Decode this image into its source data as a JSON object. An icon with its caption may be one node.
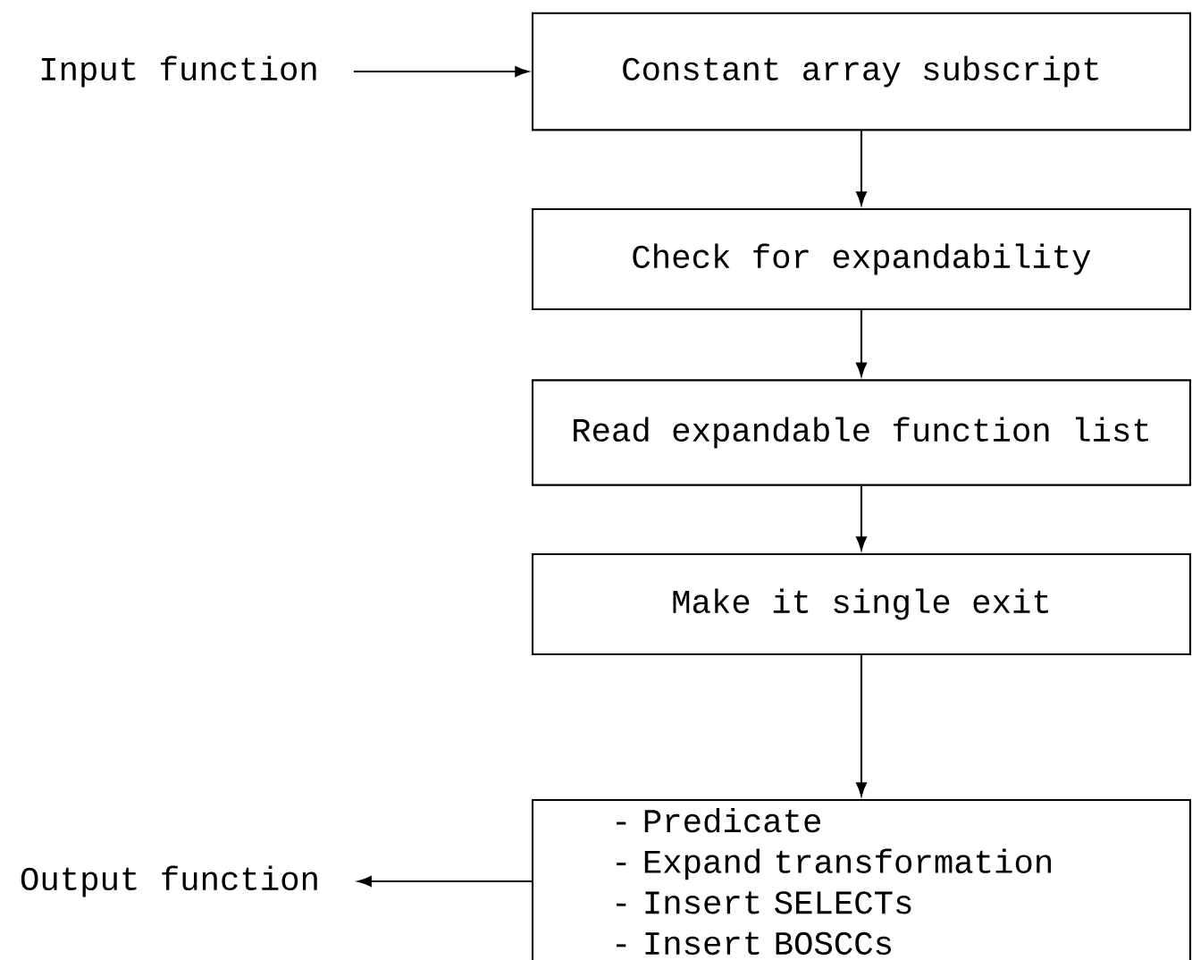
{
  "diagram": {
    "nodes": [
      {
        "text": [
          "Input function"
        ]
      },
      {
        "text": [
          "Constant array subscript"
        ]
      },
      {
        "text": [
          "Check for expandability"
        ]
      },
      {
        "text": [
          "Read expandable function list"
        ]
      },
      {
        "text": [
          "Make it single exit"
        ]
      },
      {
        "text": [
          "- Predicate",
          "- Expand transformation",
          "- Insert SELECTs",
          "- Insert BOSCCs"
        ]
      },
      {
        "text": [
          "Output function"
        ]
      }
    ],
    "edges": [
      {
        "from": 0,
        "to": 1,
        "arrow": "to"
      },
      {
        "from": 1,
        "to": 2,
        "arrow": "to"
      },
      {
        "from": 2,
        "to": 3,
        "arrow": "to"
      },
      {
        "from": 3,
        "to": 4,
        "arrow": "to"
      },
      {
        "from": 4,
        "to": 5,
        "arrow": "to"
      },
      {
        "from": 5,
        "to": 6,
        "arrow": "to"
      }
    ]
  }
}
